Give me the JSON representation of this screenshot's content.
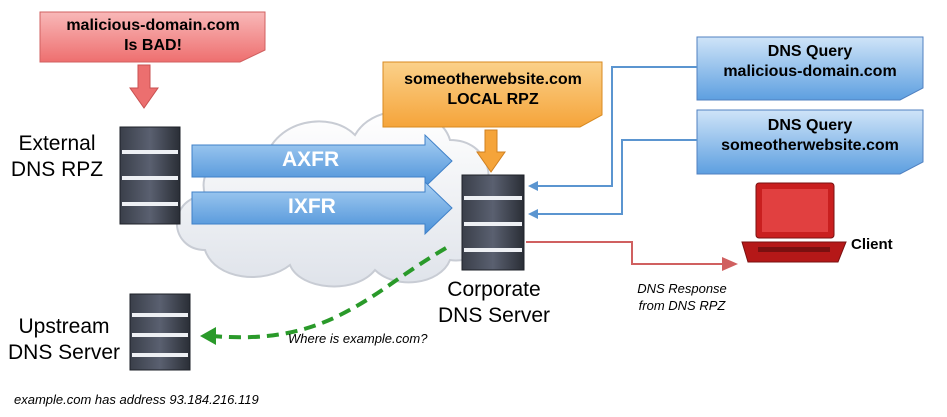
{
  "callouts": {
    "bad_domain": {
      "line1": "malicious-domain.com",
      "line2": "Is BAD!",
      "color": "#f08a8a"
    },
    "local_rpz": {
      "line1": "someotherwebsite.com",
      "line2": "LOCAL RPZ",
      "color": "#f7b34d"
    },
    "query1": {
      "line1": "DNS Query",
      "line2": "malicious-domain.com",
      "color": "#7fb6ea"
    },
    "query2": {
      "line1": "DNS Query",
      "line2": "someotherwebsite.com",
      "color": "#7fb6ea"
    }
  },
  "servers": {
    "external": {
      "line1": "External",
      "line2": "DNS RPZ"
    },
    "corporate": {
      "line1": "Corporate",
      "line2": "DNS Server"
    },
    "upstream": {
      "line1": "Upstream",
      "line2": "DNS Server"
    }
  },
  "transfers": {
    "axfr": "AXFR",
    "ixfr": "IXFR"
  },
  "client": {
    "label": "Client"
  },
  "annotations": {
    "response_line1": "DNS Response",
    "response_line2": "from DNS RPZ",
    "where": "Where is example.com?",
    "address": "example.com has address 93.184.216.119"
  }
}
